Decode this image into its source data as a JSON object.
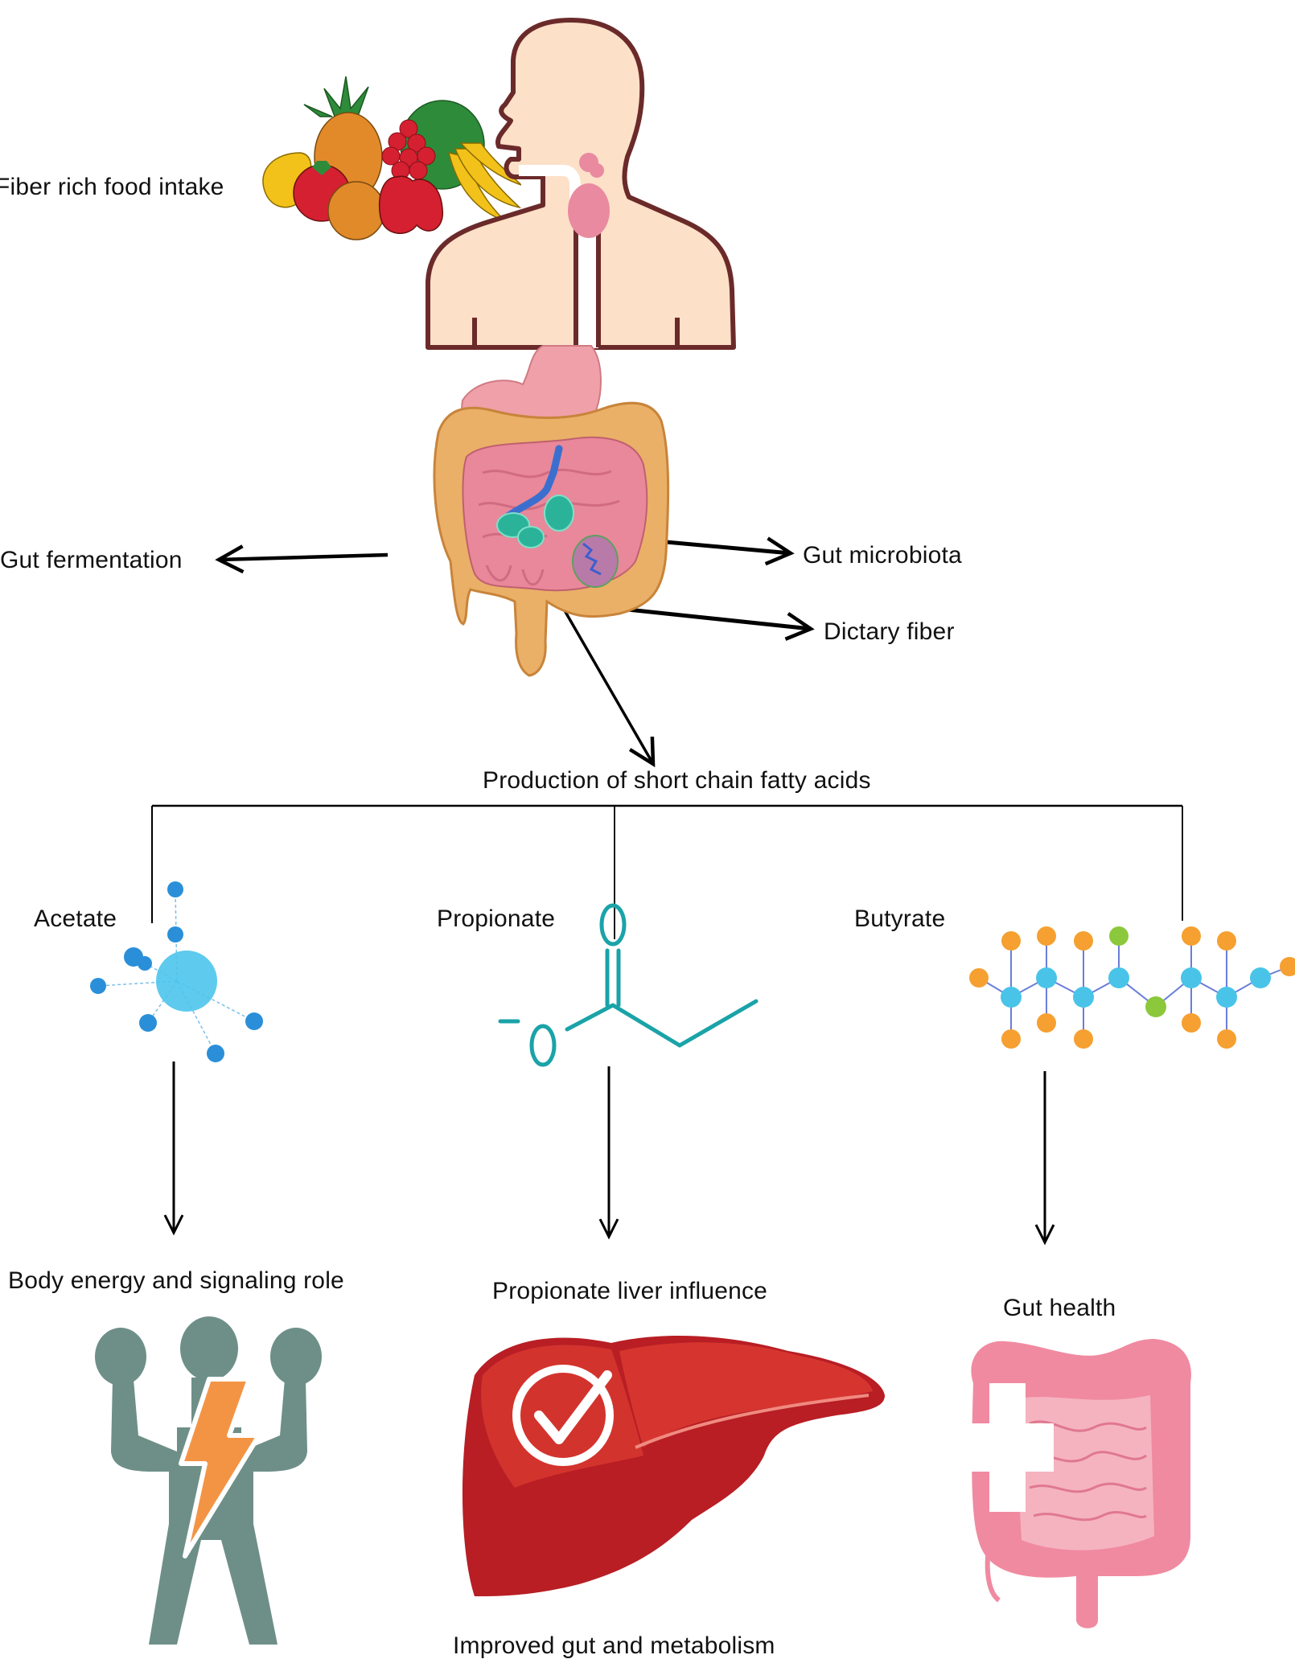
{
  "title": "Fiber, gut microbiota and short chain fatty acid production",
  "intake": {
    "label": "Fiber rich food intake",
    "icon": "fruit-basket-icon"
  },
  "anatomy": {
    "upper_icon": "human-upper-body-icon",
    "digestive_icon": "digestive-tract-icon"
  },
  "gut_labels": {
    "fermentation": "Gut fermentation",
    "microbiota": "Gut microbiota",
    "fiber": "Dictary fiber",
    "scfa": "Production of short chain fatty acids"
  },
  "branches": [
    {
      "name": "Acetate",
      "molecule_icon": "acetate-molecule-icon",
      "outcome": "Body energy and signaling role",
      "outcome_icon": "energetic-person-icon"
    },
    {
      "name": "Propionate",
      "molecule_icon": "propionate-structure-icon",
      "outcome": "Propionate liver influence",
      "outcome_icon": "healthy-liver-icon",
      "caption": "Improved gut and metabolism"
    },
    {
      "name": "Butyrate",
      "molecule_icon": "butyrate-molecule-icon",
      "outcome": "Gut health",
      "outcome_icon": "healthy-intestine-icon"
    }
  ],
  "colors": {
    "arrow": "#000000",
    "skin": "#fde0c8",
    "outline": "#6b2a2a",
    "colon": "#eab067",
    "intestine": "#e88a9a",
    "microbe": "#2bb39a",
    "acetate": "#2a9de0",
    "propionate": "#1aa3a8",
    "butyrate_h": "#f5a030",
    "butyrate_c": "#49c4e8",
    "butyrate_o": "#8cc83c",
    "person": "#6e8f88",
    "bolt": "#f39445",
    "liver": "#c8262a",
    "gut_pink": "#f08aa0"
  }
}
